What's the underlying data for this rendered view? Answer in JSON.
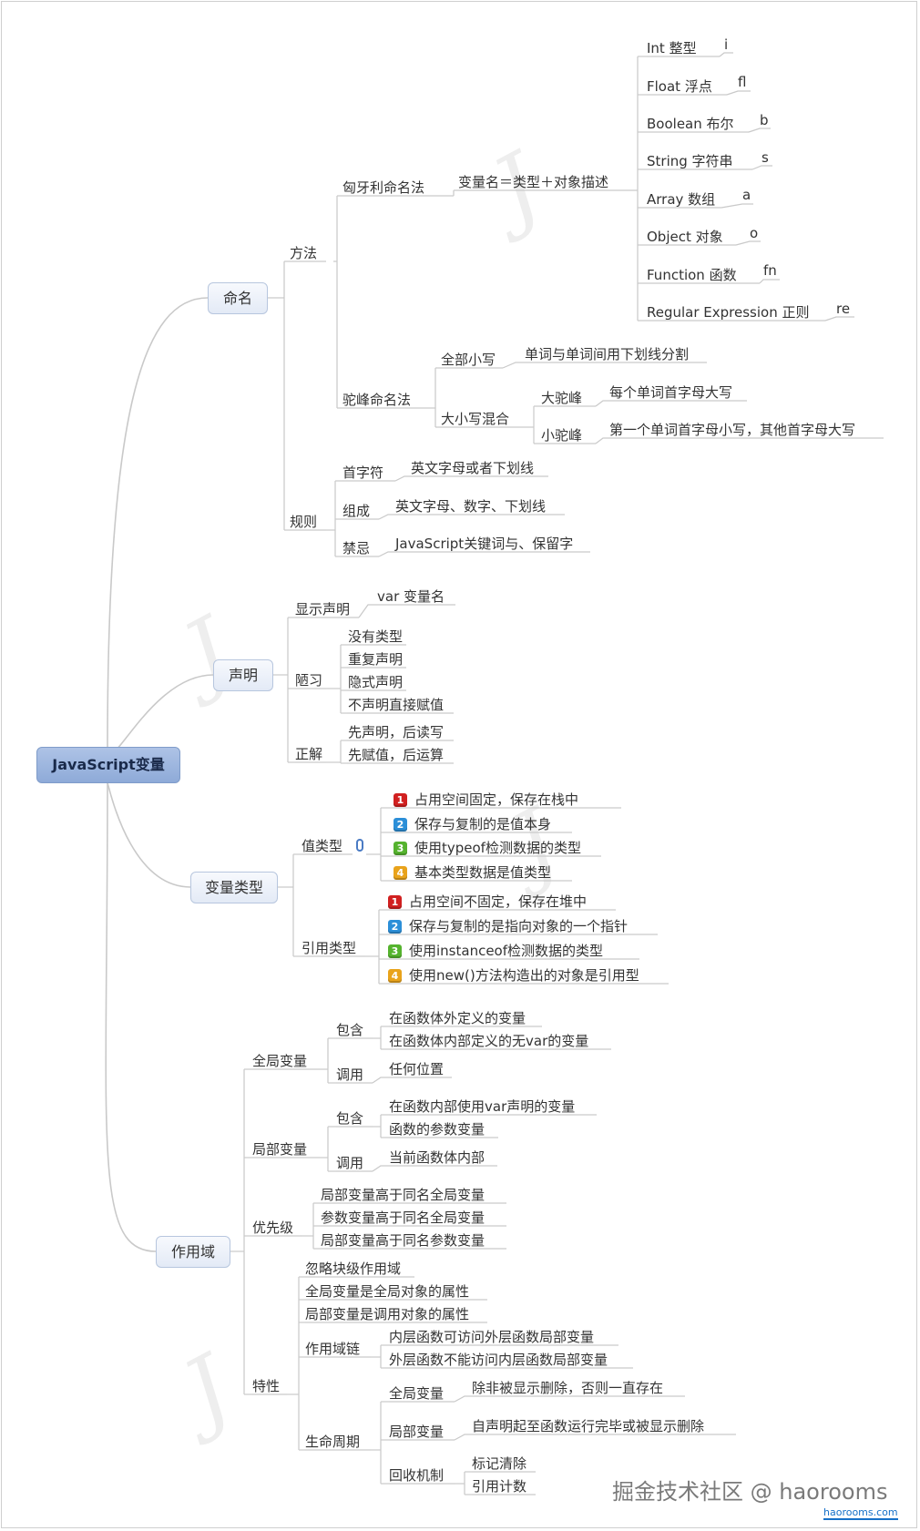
{
  "root": "JavaScript变量",
  "naming": {
    "title": "命名",
    "method": "方法",
    "hungarian": "匈牙利命名法",
    "formula": "变量名＝类型＋对象描述",
    "types": [
      {
        "label": "Int 整型",
        "prefix": "i"
      },
      {
        "label": "Float 浮点",
        "prefix": "fl"
      },
      {
        "label": "Boolean 布尔",
        "prefix": "b"
      },
      {
        "label": "String 字符串",
        "prefix": "s"
      },
      {
        "label": "Array 数组",
        "prefix": "a"
      },
      {
        "label": "Object 对象",
        "prefix": "o"
      },
      {
        "label": "Function 函数",
        "prefix": "fn"
      },
      {
        "label": "Regular Expression 正则",
        "prefix": "re"
      }
    ],
    "camel": "驼峰命名法",
    "lower": "全部小写",
    "lower_desc": "单词与单词间用下划线分割",
    "mixed": "大小写混合",
    "upper_camel": "大驼峰",
    "upper_camel_desc": "每个单词首字母大写",
    "lower_camel": "小驼峰",
    "lower_camel_desc": "第一个单词首字母小写，其他首字母大写",
    "rules": "规则",
    "rule_items": [
      {
        "k": "首字符",
        "v": "英文字母或者下划线"
      },
      {
        "k": "组成",
        "v": "英文字母、数字、下划线"
      },
      {
        "k": "禁忌",
        "v": "JavaScript关键词与、保留字"
      }
    ]
  },
  "declare": {
    "title": "声明",
    "explicit": "显示声明",
    "explicit_item": "var 变量名",
    "bad": "陋习",
    "bad_items": [
      "没有类型",
      "重复声明",
      "隐式声明",
      "不声明直接赋值"
    ],
    "good": "正解",
    "good_items": [
      "先声明，后读写",
      "先赋值，后运算"
    ]
  },
  "vtype": {
    "title": "变量类型",
    "value": "值类型",
    "value_items": [
      "占用空间固定，保存在栈中",
      "保存与复制的是值本身",
      "使用typeof检测数据的类型",
      "基本类型数据是值类型"
    ],
    "ref": "引用类型",
    "ref_items": [
      "占用空间不固定，保存在堆中",
      "保存与复制的是指向对象的一个指针",
      "使用instanceof检测数据的类型",
      "使用new()方法构造出的对象是引用型"
    ],
    "markers": [
      "1",
      "2",
      "3",
      "4"
    ]
  },
  "scope": {
    "title": "作用域",
    "global": "全局变量",
    "contain": "包含",
    "call": "调用",
    "global_contains": [
      "在函数体外定义的变量",
      "在函数体内部定义的无var的变量"
    ],
    "global_call": "任何位置",
    "local": "局部变量",
    "local_contains": [
      "在函数内部使用var声明的变量",
      "函数的参数变量"
    ],
    "local_call": "当前函数体内部",
    "priority": "优先级",
    "priority_items": [
      "局部变量高于同名全局变量",
      "参数变量高于同名全局变量",
      "局部变量高于同名参数变量"
    ],
    "feature": "特性",
    "feature_items": [
      "忽略块级作用域",
      "全局变量是全局对象的属性",
      "局部变量是调用对象的属性"
    ],
    "chain": "作用域链",
    "chain_items": [
      "内层函数可访问外层函数局部变量",
      "外层函数不能访问内层函数局部变量"
    ],
    "life": "生命周期",
    "life_global": "全局变量",
    "life_global_desc": "除非被显示删除，否则一直存在",
    "life_local": "局部变量",
    "life_local_desc": "自声明起至函数运行完毕或被显示删除",
    "gc": "回收机制",
    "gc_items": [
      "标记清除",
      "引用计数"
    ]
  },
  "footer": {
    "brand": "掘金技术社区 @ haorooms",
    "site": "haorooms.com"
  },
  "colors": {
    "line": "#c9c9c9",
    "root": "#8eaad8",
    "topic": "#e3eaf6"
  }
}
